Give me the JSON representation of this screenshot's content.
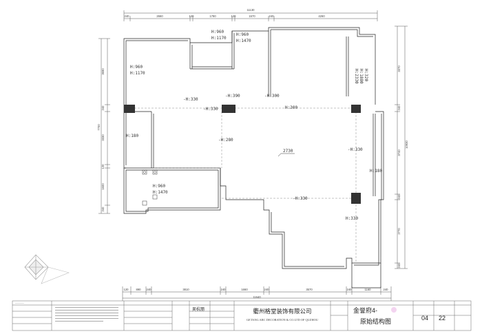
{
  "dimensions": {
    "top_total": "11130",
    "top_segments": [
      "240",
      "2660",
      "120",
      "1780",
      "120",
      "1570",
      "240",
      "4260"
    ],
    "bottom_total": "11640",
    "bottom_segments": [
      "120",
      "890",
      "240",
      "3810",
      "240",
      "1660",
      "240",
      "3570",
      "240",
      "1160",
      "240"
    ],
    "left_total": "7700",
    "left_segments": [
      "3690",
      "240",
      "3330",
      "120",
      "1600",
      "240"
    ],
    "right_total": "10930",
    "right_segments": [
      "3370",
      "240",
      "3740",
      "240",
      "2770",
      "240"
    ]
  },
  "labels": {
    "w1_h": "H:960",
    "w1_s": "H:1170",
    "w2_h": "H:960",
    "w2_s": "H:1170",
    "w3_h": "H:960",
    "w3_s": "H:1470",
    "w4_h": "H:960",
    "w4_s": "H:1470",
    "r1": "H:2330",
    "r2": "H:1880",
    "r3": "H:320",
    "b1": "-H:330",
    "b2": "-H:330",
    "b3": "-H:390",
    "b4": "-H:300",
    "b5": "H:300",
    "b6": "H:180",
    "b7": "-H:280",
    "b8": "-H:330",
    "b9": "H:180",
    "b10": "-H:330",
    "b11": "H:330",
    "ceiling": "2730"
  },
  "title_block": {
    "company_cn": "衢州格堂装饰有限公司",
    "company_en": "GETANG ARC DECORATION & CO.LTD OF QUZHOU",
    "designer": "吴杭丽",
    "project": "金誉府4-",
    "drawing_name": "原始结构图",
    "sheet_no": "04",
    "sheet_total": "22"
  }
}
